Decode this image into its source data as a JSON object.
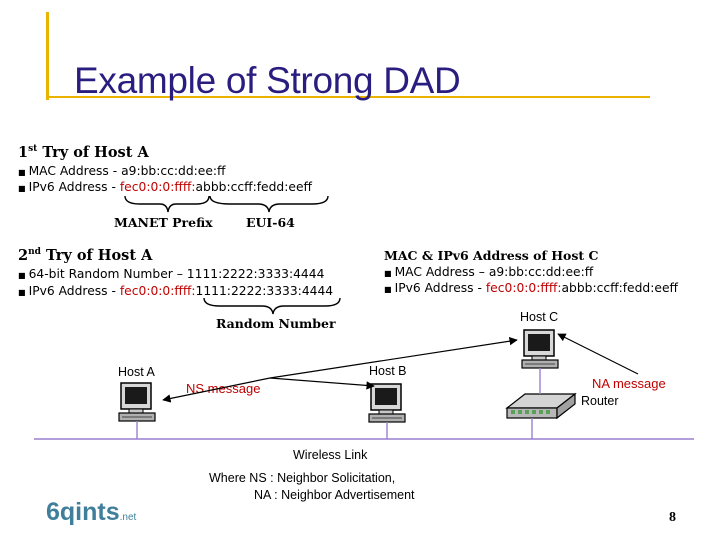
{
  "title": "Example of Strong DAD",
  "try1": {
    "heading_ord": "1",
    "heading_sup": "st",
    "heading_rest": " Try of Host A",
    "mac_label": "MAC Address - ",
    "mac_value": "a9:bb:cc:dd:ee:ff",
    "ipv6_label": "IPv6 Address - ",
    "ipv6_prefix": "fec0:0:0:ffff:",
    "ipv6_suffix": "abbb:ccff:fedd:eeff",
    "brace_left_label": "MANET Prefix",
    "brace_right_label": "EUI-64"
  },
  "try2": {
    "heading_ord": "2",
    "heading_sup": "nd",
    "heading_rest": " Try of Host A",
    "rand_label": "64-bit Random Number – ",
    "rand_value": "1111:2222:3333:4444",
    "ipv6_label": "IPv6 Address - ",
    "ipv6_prefix": "fec0:0:0:ffff:",
    "ipv6_suffix": "1111:2222:3333:4444",
    "brace_label": "Random Number"
  },
  "hostc_info": {
    "heading": "MAC & IPv6 Address of Host C",
    "mac_label": "MAC Address – ",
    "mac_value": "a9:bb:cc:dd:ee:ff",
    "ipv6_label": "IPv6 Address - ",
    "ipv6_prefix": "fec0:0:0:ffff:",
    "ipv6_suffix": "abbb:ccff:fedd:eeff"
  },
  "diagram": {
    "host_a": "Host A",
    "host_b": "Host B",
    "host_c": "Host C",
    "router": "Router",
    "ns_message": "NS message",
    "na_message": "NA message",
    "wireless_link": "Wireless Link"
  },
  "footnote": {
    "line1": "Where NS : Neighbor Solicitation,",
    "line2": "NA : Neighbor Advertisement"
  },
  "logo": {
    "main": "6qints",
    "suffix": ".net"
  },
  "page_number": "8",
  "colors": {
    "title": "#2a1d80",
    "accent_rule": "#e9b300",
    "highlight_red": "#c00000",
    "link_purple": "#9a7fd0"
  }
}
